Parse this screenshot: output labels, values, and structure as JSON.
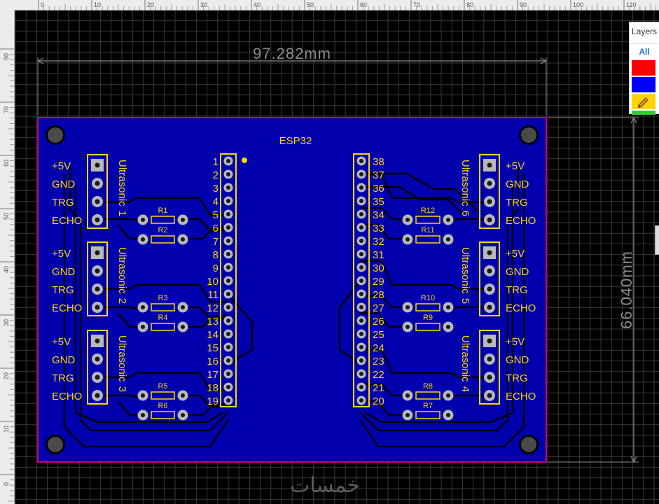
{
  "ruler": {
    "h_labels": [
      "0",
      "10",
      "20",
      "30",
      "40",
      "50",
      "60",
      "70",
      "80",
      "90",
      "100",
      "110"
    ],
    "v_labels": [
      "80",
      "70",
      "60",
      "50",
      "40",
      "30",
      "20",
      "10",
      "0"
    ]
  },
  "dimensions": {
    "width_label": "97.282mm",
    "height_label": "66.040mm"
  },
  "board": {
    "title": "ESP32",
    "left_pins": [
      "1",
      "2",
      "3",
      "4",
      "5",
      "6",
      "7",
      "8",
      "9",
      "10",
      "11",
      "12",
      "13",
      "14",
      "15",
      "16",
      "17",
      "18",
      "19"
    ],
    "right_pins": [
      "38",
      "37",
      "36",
      "35",
      "34",
      "33",
      "32",
      "31",
      "30",
      "29",
      "28",
      "27",
      "26",
      "25",
      "24",
      "23",
      "22",
      "21",
      "20"
    ],
    "header_labels": [
      "+5V",
      "GND",
      "TRG",
      "ECHO"
    ],
    "sensors": [
      {
        "side": "left",
        "name": "Ultrasonic",
        "num": "1"
      },
      {
        "side": "left",
        "name": "Ultrasonic",
        "num": "2"
      },
      {
        "side": "left",
        "name": "Ultrasonic",
        "num": "3"
      },
      {
        "side": "right",
        "name": "Ultrasonic",
        "num": "6"
      },
      {
        "side": "right",
        "name": "Ultrasonic",
        "num": "5"
      },
      {
        "side": "right",
        "name": "Ultrasonic",
        "num": "4"
      }
    ],
    "resistors_left": [
      "R1",
      "R2",
      "R3",
      "R4",
      "R5",
      "R6"
    ],
    "resistors_right": [
      "R12",
      "R11",
      "R10",
      "R9",
      "R8",
      "R7"
    ]
  },
  "layers_panel": {
    "title": "Layers",
    "all_label": "All",
    "swatch_colors": [
      "#ff0000",
      "#0000ff",
      "#ffd400"
    ],
    "edit_icon": "pencil-icon"
  },
  "colors": {
    "canvas": "#000000",
    "grid": "#3a3a3a",
    "board_fill": "#0000ad",
    "board_outline": "#cc0077",
    "silk": "#ffd700",
    "trace": "#000000",
    "dimension": "#8a8a8a",
    "pad": "#b8b8b8",
    "hole": "#1a1a1a"
  },
  "watermark": "خمسات"
}
